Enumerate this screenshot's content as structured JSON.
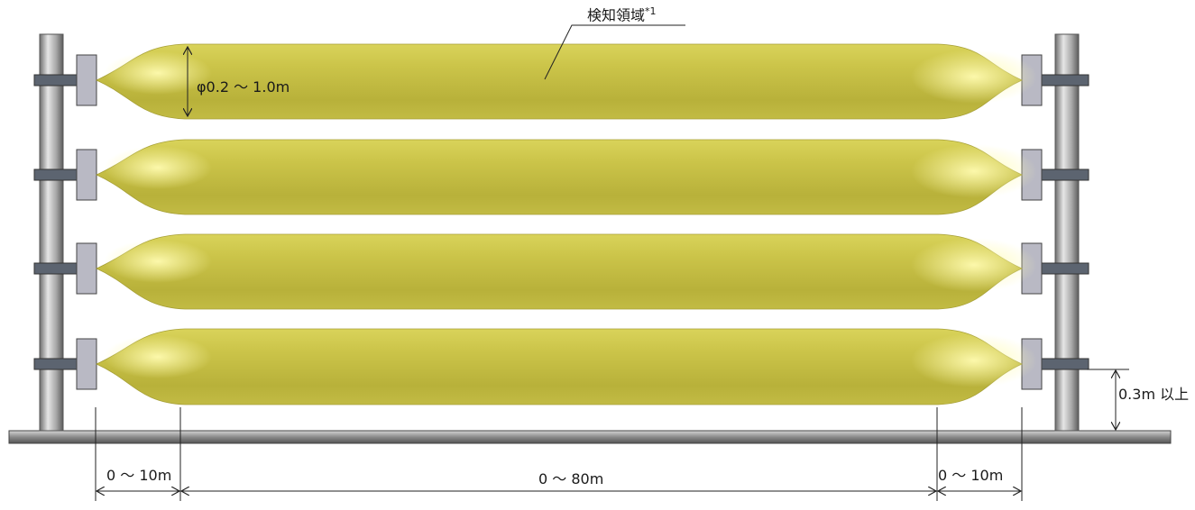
{
  "labels": {
    "detection_area": "検知領域",
    "detection_area_note": "*1",
    "diameter": "φ0.2 ～ 1.0m",
    "height_min": "0.3m 以上",
    "left_span": "0 ～ 10m",
    "center_span": "0 ～ 80m",
    "right_span": "0 ～ 10m"
  },
  "colors": {
    "zone": "#c9c23e",
    "zone_highlight": "#f4ef86",
    "post": "#9a9a9a",
    "sensor": "#b9b9c4",
    "ground": "#777777"
  },
  "zones_count": 4
}
